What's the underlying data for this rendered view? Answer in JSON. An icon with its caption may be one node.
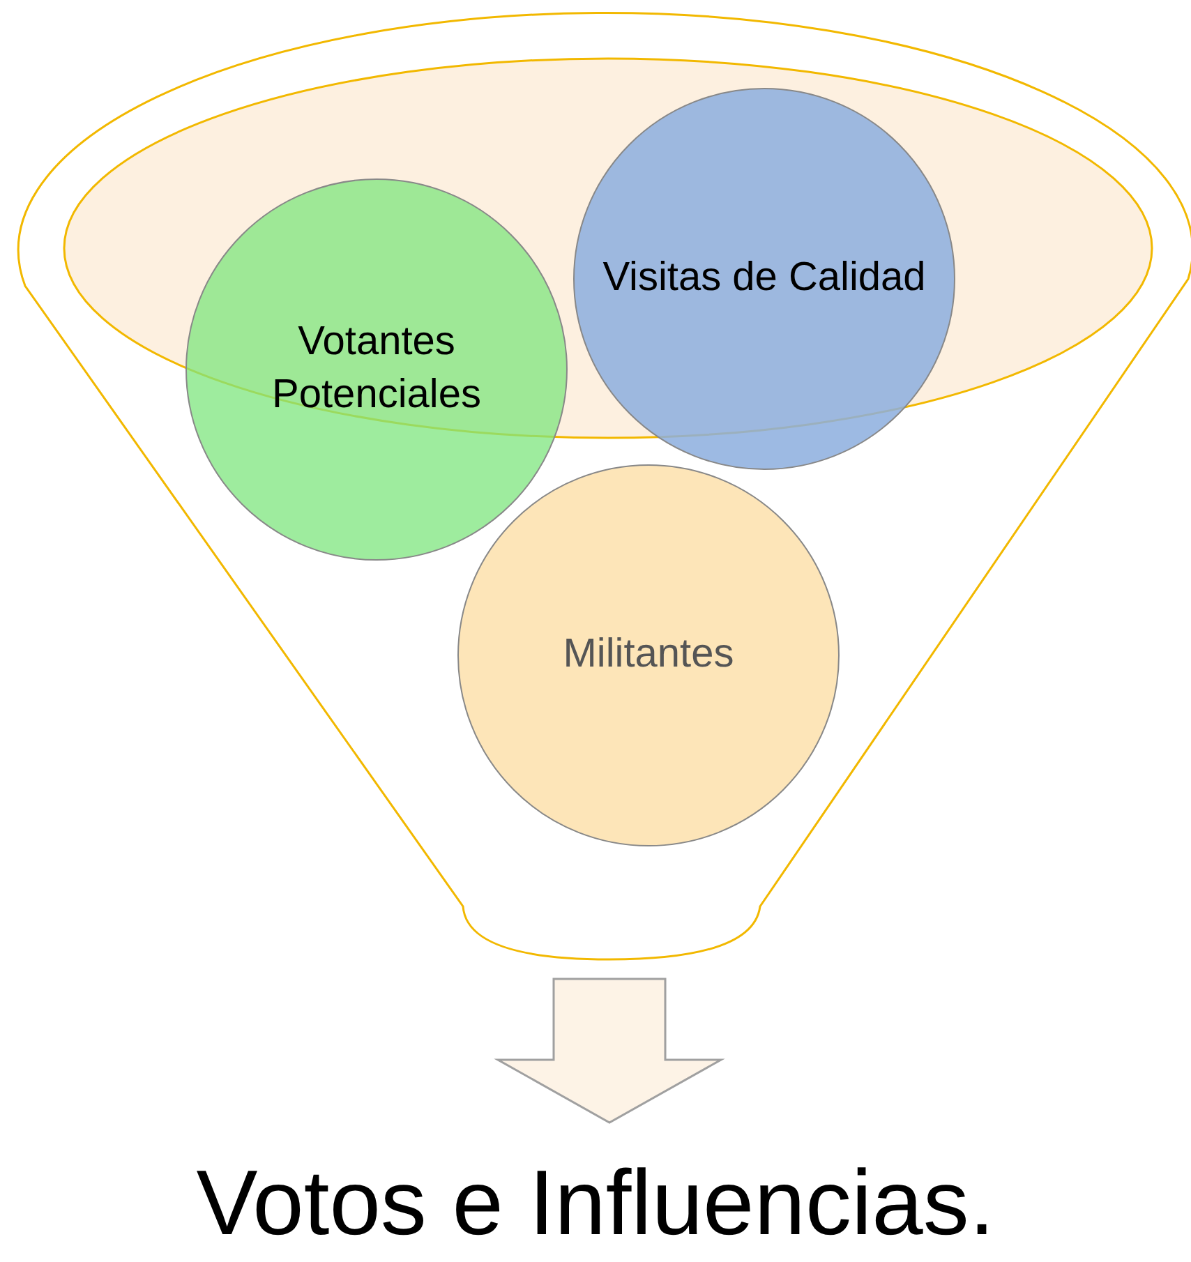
{
  "diagram": {
    "nodes": [
      {
        "text": [],
        "shape": "funnel"
      },
      {
        "text": [
          "Votantes Potenciales"
        ],
        "in": 0
      },
      {
        "text": [
          "Visitas de Calidad"
        ],
        "in": 0
      },
      {
        "text": [
          "Militantes"
        ],
        "in": 0
      },
      {
        "text": [
          "Votos e Influencias."
        ]
      }
    ],
    "edges": [
      {
        "from": 0,
        "to": 4,
        "arrow": "to"
      }
    ]
  }
}
